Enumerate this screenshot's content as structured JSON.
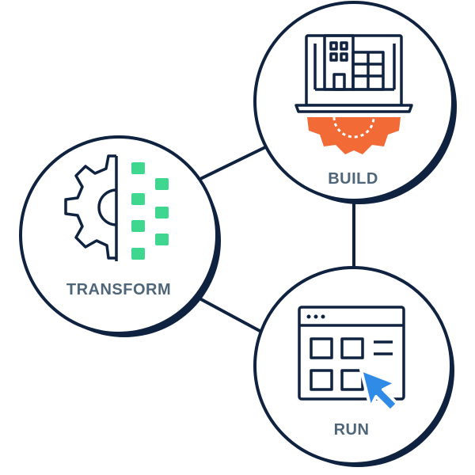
{
  "nodes": {
    "build": {
      "label": "BUILD"
    },
    "transform": {
      "label": "TRANSFORM"
    },
    "run": {
      "label": "RUN"
    }
  },
  "colors": {
    "outline": "#0f2240",
    "label": "#4f6579",
    "gear_orange": "#f26a36",
    "square_green": "#3fd68f",
    "cursor_blue": "#2f8be6",
    "background": "#ffffff"
  },
  "icons": {
    "build": [
      "laptop-icon",
      "building-icon",
      "gear-icon"
    ],
    "transform": [
      "half-gear-icon",
      "pixel-dots-icon"
    ],
    "run": [
      "app-window-icon",
      "cursor-arrow-icon"
    ]
  }
}
